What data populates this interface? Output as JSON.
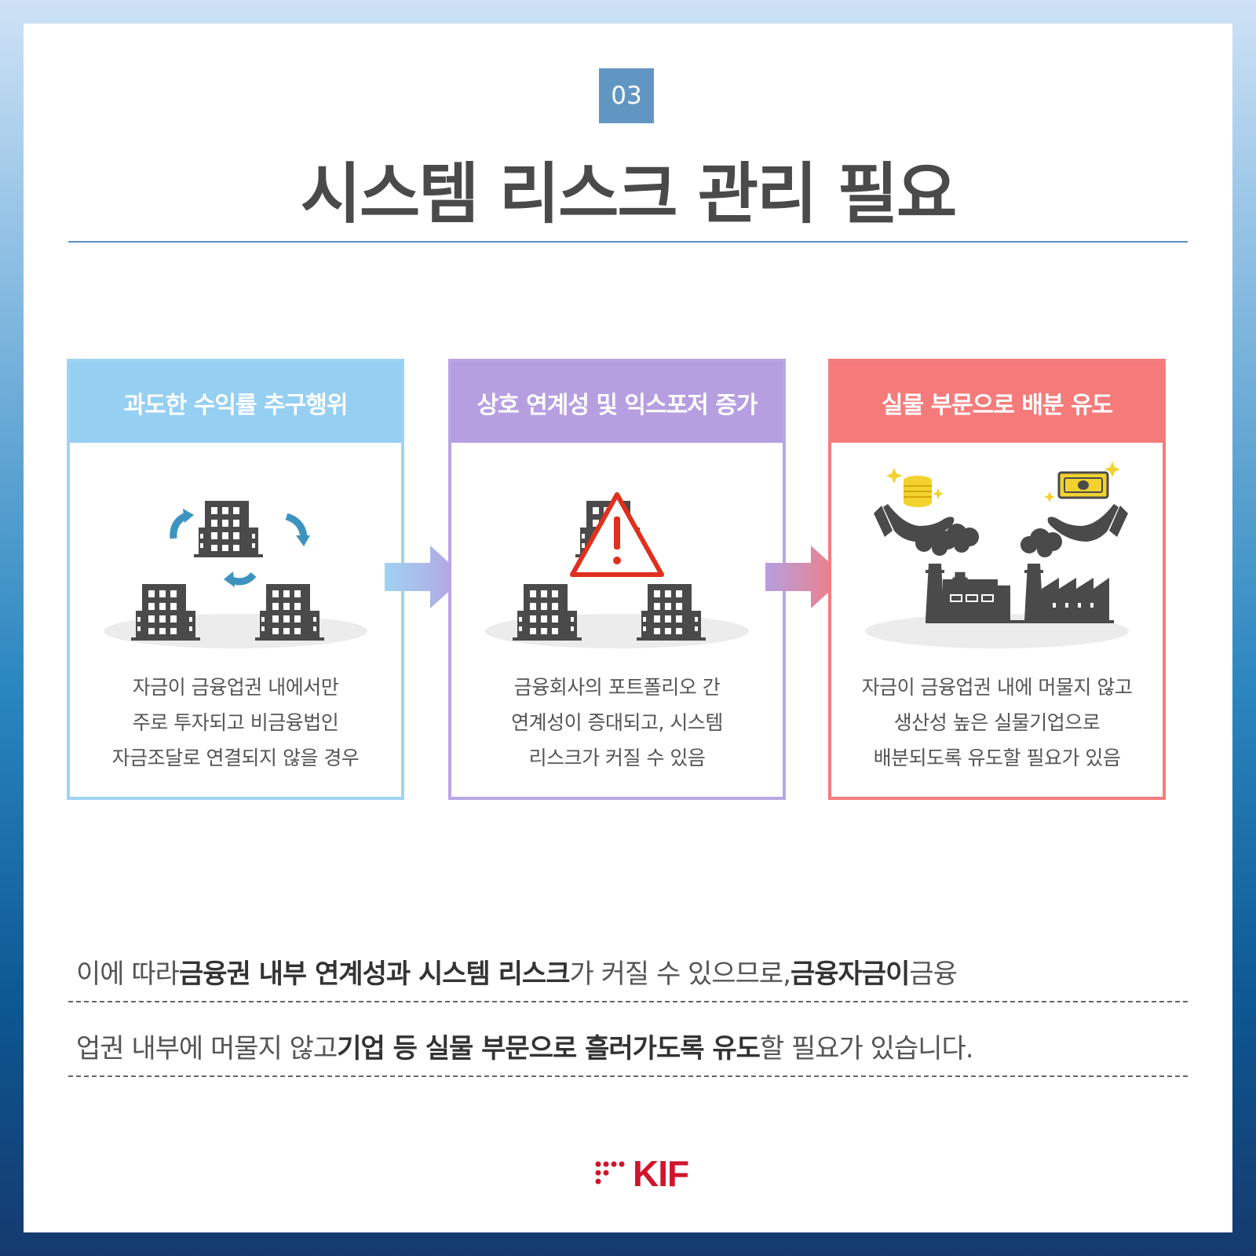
{
  "badge": "03",
  "title": "시스템 리스크 관리 필요",
  "cards": [
    {
      "heading": "과도한 수익률 추구행위",
      "lines": [
        "자금이 금융업권 내에서만",
        "주로 투자되고 비금융법인",
        "자금조달로 연결되지 않을 경우"
      ]
    },
    {
      "heading": "상호 연계성 및 익스포저 증가",
      "lines": [
        "금융회사의 포트폴리오 간",
        "연계성이 증대되고, 시스템",
        "리스크가 커질 수 있음"
      ]
    },
    {
      "heading": "실물 부문으로 배분 유도",
      "lines": [
        "자금이 금융업권 내에 머물지 않고",
        "생산성 높은 실물기업으로",
        "배분되도록 유도할 필요가 있음"
      ]
    }
  ],
  "summary": {
    "line1": [
      "이에 따라 ",
      "금융권 내부 연계성과 시스템 리스크",
      "가 커질 수 있으므로, ",
      "금융자금이",
      " 금융"
    ],
    "line2": [
      "업권 내부에 머물지 않고 ",
      "기업 등 실물 부문으로 흘러가도록 유도",
      "할 필요가 있습니다."
    ]
  },
  "logo": "KIF",
  "colors": {
    "badge": "#6296c2",
    "card1": "#95cff2",
    "card2": "#b69fe0",
    "card3": "#f57b7b",
    "icon": "#4a4a4a",
    "warning": "#e0301e",
    "coin": "#f2d22e",
    "logo": "#d0142c"
  }
}
